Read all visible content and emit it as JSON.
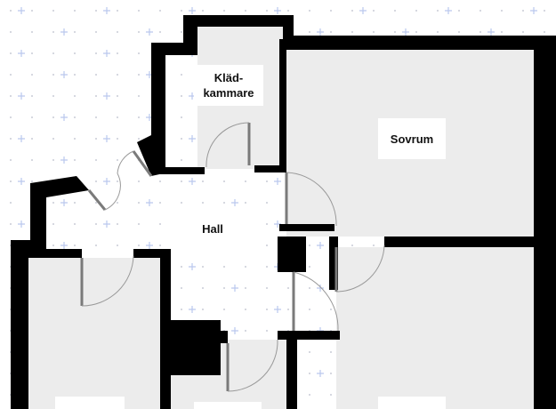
{
  "floorplan": {
    "colors": {
      "wall": "#000000",
      "floor": "#ececec",
      "background": "#ffffff",
      "grid_dot": "#c9ccd6",
      "grid_cross": "#b9c8ee",
      "door_leaf": "#7a7a7a",
      "swing_arc": "#999999"
    },
    "rooms": [
      {
        "id": "kladkammare",
        "lines": [
          "Kläd-",
          "kammare"
        ]
      },
      {
        "id": "sovrum",
        "lines": [
          "Sovrum"
        ]
      },
      {
        "id": "hall",
        "lines": [
          "Hall"
        ]
      },
      {
        "id": "bottom-left",
        "lines": [
          ""
        ]
      },
      {
        "id": "bottom-middle",
        "lines": [
          ""
        ]
      },
      {
        "id": "bottom-right",
        "lines": [
          ""
        ]
      }
    ]
  }
}
